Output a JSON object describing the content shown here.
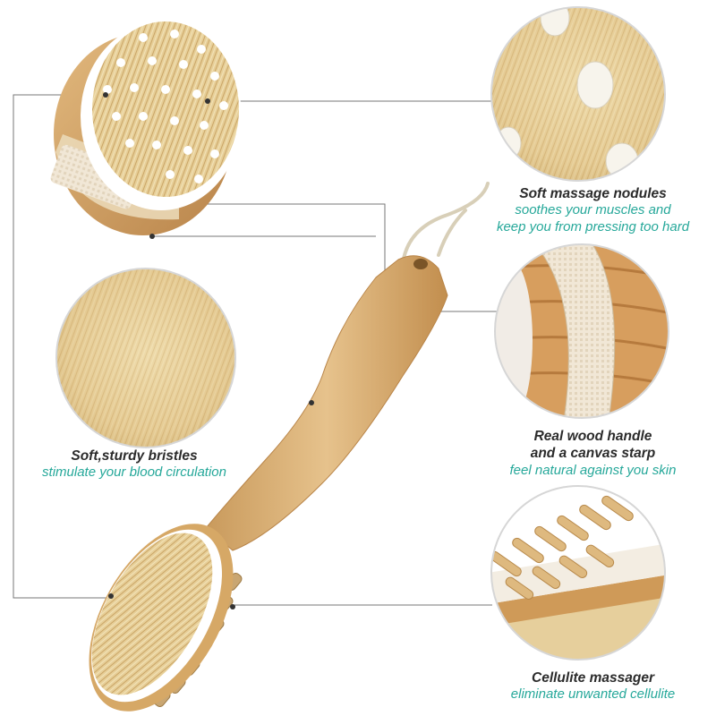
{
  "features": {
    "nodules": {
      "title": "Soft massage nodules",
      "lines": [
        "soothes your muscles and",
        "keep you from pressing too hard"
      ]
    },
    "bristles": {
      "title": "Soft,sturdy bristles",
      "lines": [
        "stimulate your blood  circulation"
      ]
    },
    "handle": {
      "title": "Real wood handle",
      "title2": "and a canvas starp",
      "lines": [
        "feel natural against you skin"
      ]
    },
    "cellulite": {
      "title": "Cellulite massager",
      "lines": [
        "eliminate unwanted cellulite"
      ]
    }
  },
  "colors": {
    "title_text": "#2b2b2b",
    "subtitle_text": "#26a89a",
    "wood": "#dcb47c",
    "bristle": "#e8d4a4",
    "leader_line": "#777777"
  }
}
